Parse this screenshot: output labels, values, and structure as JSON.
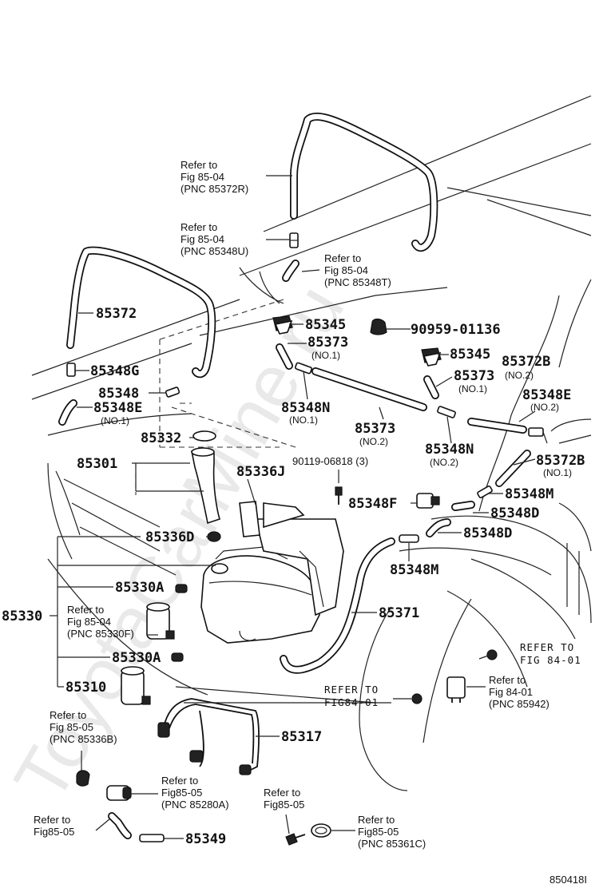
{
  "watermark": "ToyotaCarMine.ru",
  "diagram_code": "850418I",
  "parts": {
    "p85372": "85372",
    "p85348G": "85348G",
    "p85348": "85348",
    "p85348E": "85348E",
    "p85348E_no1": "(NO.1)",
    "p85345a": "85345",
    "p85373a": "85373",
    "p85373a_no": "(NO.1)",
    "p90959": "90959-01136",
    "p85345b": "85345",
    "p85373b": "85373",
    "p85373b_no": "(NO.1)",
    "p85372B_top": "85372B",
    "p85372B_top_no": "(NO.2)",
    "p85348E_right": "85348E",
    "p85348E_right_no": "(NO.2)",
    "p85348N_a": "85348N",
    "p85348N_a_no": "(NO.1)",
    "p85373c": "85373",
    "p85373c_no": "(NO.2)",
    "p85348N_b": "85348N",
    "p85348N_b_no": "(NO.2)",
    "p85332": "85332",
    "p85301": "85301",
    "p85336J": "85336J",
    "p90119": "90119-06818 (3)",
    "p85372B_bot": "85372B",
    "p85372B_bot_no": "(NO.1)",
    "p85348F": "85348F",
    "p85348M_a": "85348M",
    "p85348D_a": "85348D",
    "p85336D": "85336D",
    "p85348D_b": "85348D",
    "p85348M_b": "85348M",
    "p85330A_a": "85330A",
    "p85330": "85330",
    "p85371": "85371",
    "p85330A_b": "85330A",
    "p85310": "85310",
    "p85317": "85317",
    "p85349": "85349"
  },
  "refs": {
    "r1": [
      "Refer to",
      "Fig 85-04",
      "(PNC 85372R)"
    ],
    "r2": [
      "Refer to",
      "Fig 85-04",
      "(PNC 85348U)"
    ],
    "r3": [
      "Refer to",
      "Fig 85-04",
      "(PNC 85348T)"
    ],
    "r4": [
      "Refer to",
      "Fig 85-04",
      "(PNC 85330F)"
    ],
    "r5": [
      "REFER TO",
      "FIG 84-01"
    ],
    "r6": [
      "REFER TO",
      "FIG84-01"
    ],
    "r7": [
      "Refer to",
      "Fig 84-01",
      "(PNC 85942)"
    ],
    "r8": [
      "Refer to",
      "Fig 85-05",
      "(PNC 85336B)"
    ],
    "r9": [
      "Refer to",
      "Fig85-05",
      "(PNC 85280A)"
    ],
    "r10": [
      "Refer to",
      "Fig85-05"
    ],
    "r11": [
      "Refer to",
      "Fig85-05"
    ],
    "r12": [
      "Refer to",
      "Fig85-05",
      "(PNC 85361C)"
    ]
  }
}
